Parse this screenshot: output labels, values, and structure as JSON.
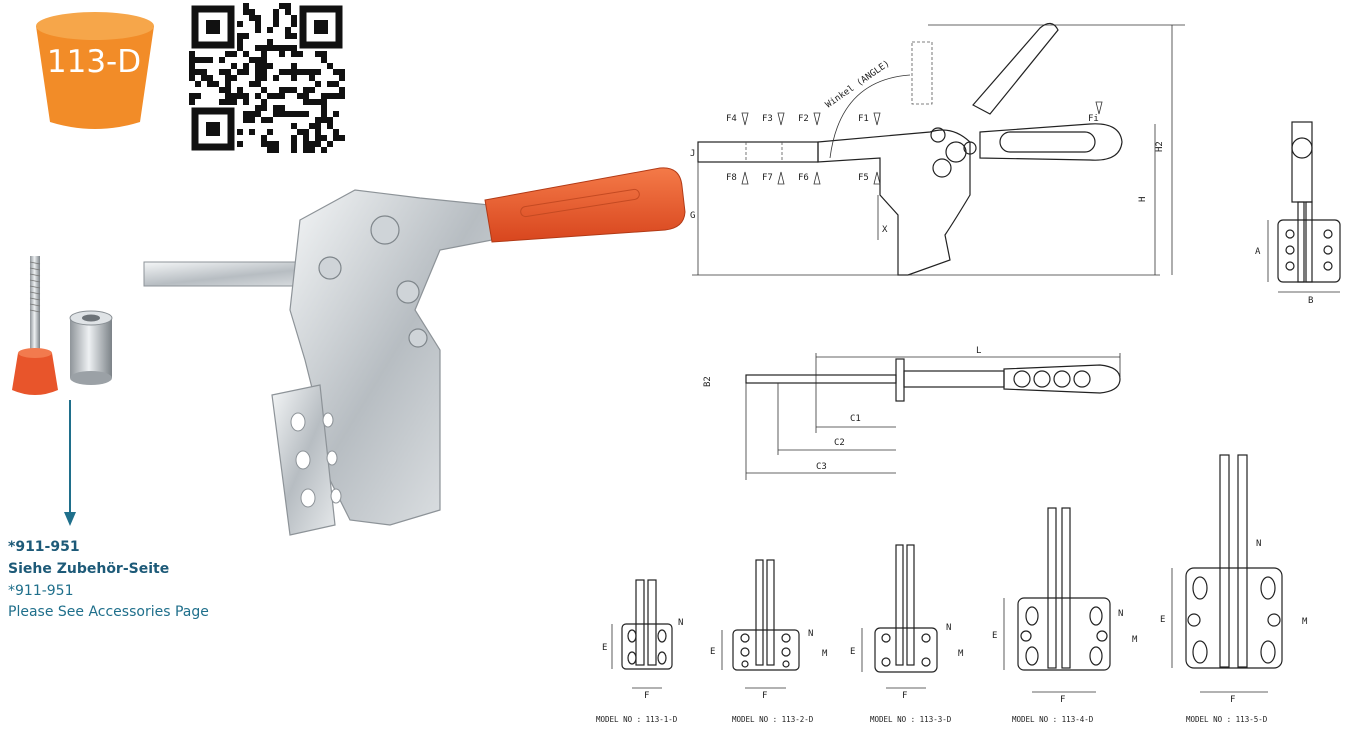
{
  "product": {
    "model_badge": "113-D",
    "badge_color": "#f28c28",
    "handle_color": "#e8552b"
  },
  "accessory": {
    "code_bold": "*911-951",
    "note_de": "Siehe Zubehör-Seite",
    "code": "*911-951",
    "note_en": "Please See Accessories Page",
    "arrow_color": "#1f6f8b"
  },
  "drawing": {
    "angle_label": "Winkel (ANGLE)",
    "force_top": [
      "F4",
      "F3",
      "F2",
      "F1"
    ],
    "force_bottom": [
      "F8",
      "F7",
      "F6",
      "F5"
    ],
    "fi_label": "Fi",
    "dims": {
      "j": "J",
      "g": "G",
      "x": "X",
      "h": "H",
      "h2": "H2",
      "a": "A",
      "b": "B",
      "l": "L",
      "b2": "B2",
      "c1": "C1",
      "c2": "C2",
      "c3": "C3"
    },
    "base_dims": {
      "e": "E",
      "f": "F",
      "n": "N",
      "m": "M"
    }
  },
  "models": [
    "MODEL NO : 113-1-D",
    "MODEL NO : 113-2-D",
    "MODEL NO : 113-3-D",
    "MODEL NO : 113-4-D",
    "MODEL NO : 113-5-D"
  ]
}
